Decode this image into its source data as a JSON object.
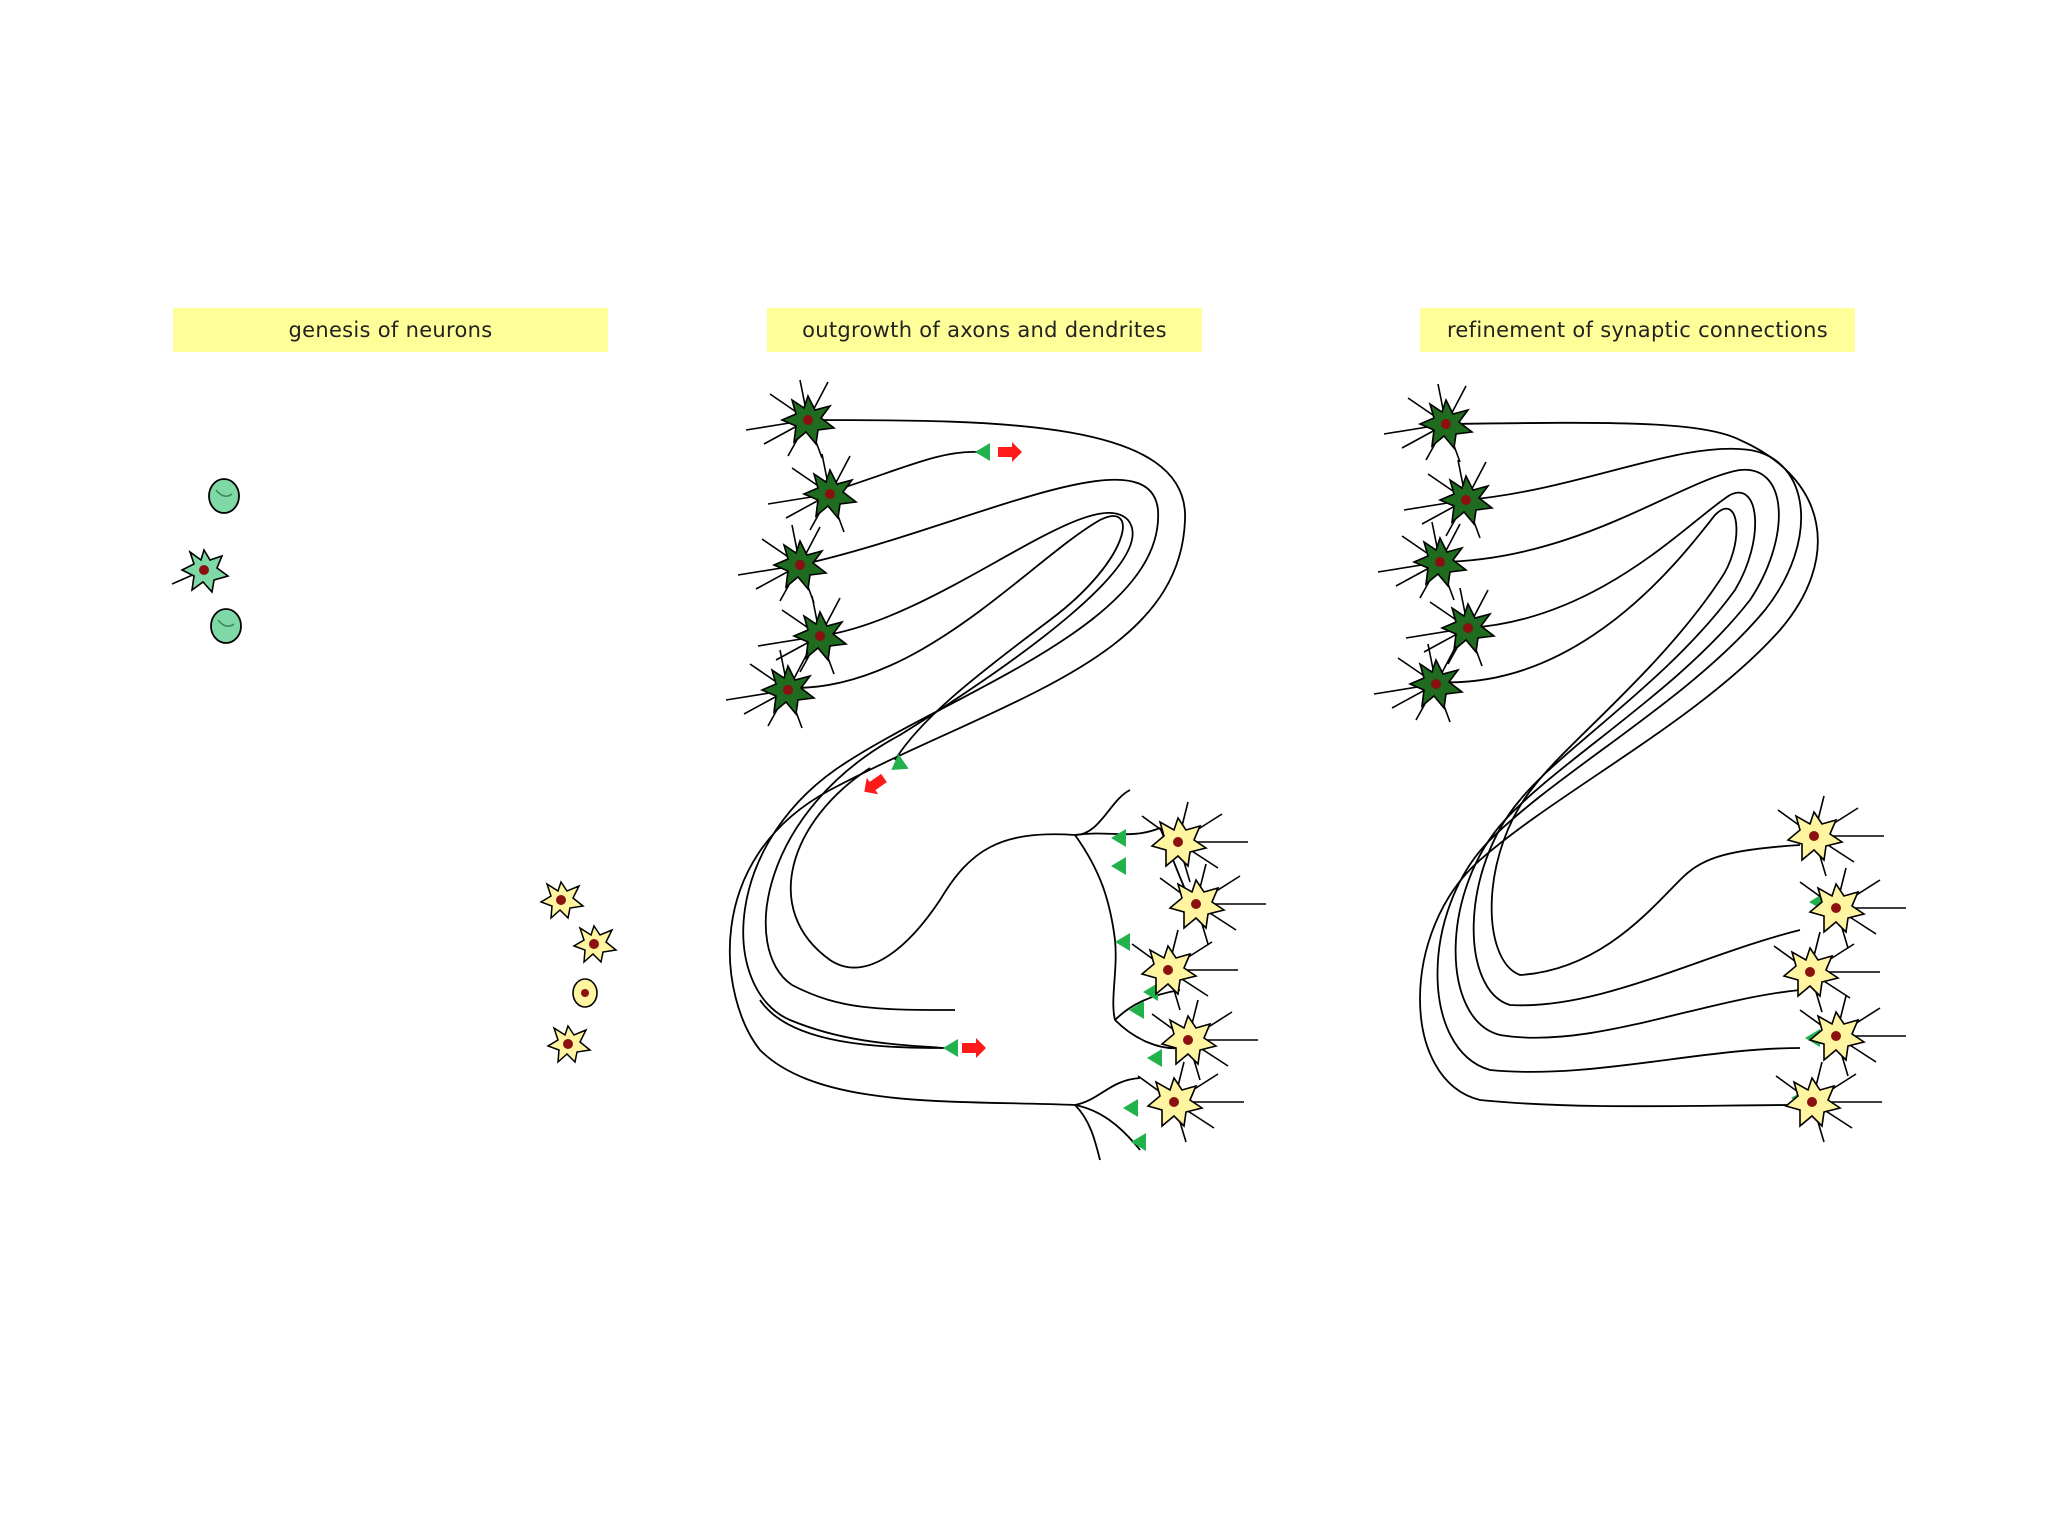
{
  "titles": {
    "genesis": "genesis of neurons",
    "outgrowth": "outgrowth of axons and dendrites",
    "refinement": "refinement of synaptic connections"
  },
  "colors": {
    "title_bg": "#ffff99",
    "source_neuron": "#1f6b1f",
    "progenitor_cell": "#7fd9a6",
    "target_neuron": "#fff5a0",
    "nucleus": "#8b1010",
    "growth_cone": "#22b24c",
    "guidance_arrow": "#ff1a1a",
    "axon_line": "#000000"
  }
}
